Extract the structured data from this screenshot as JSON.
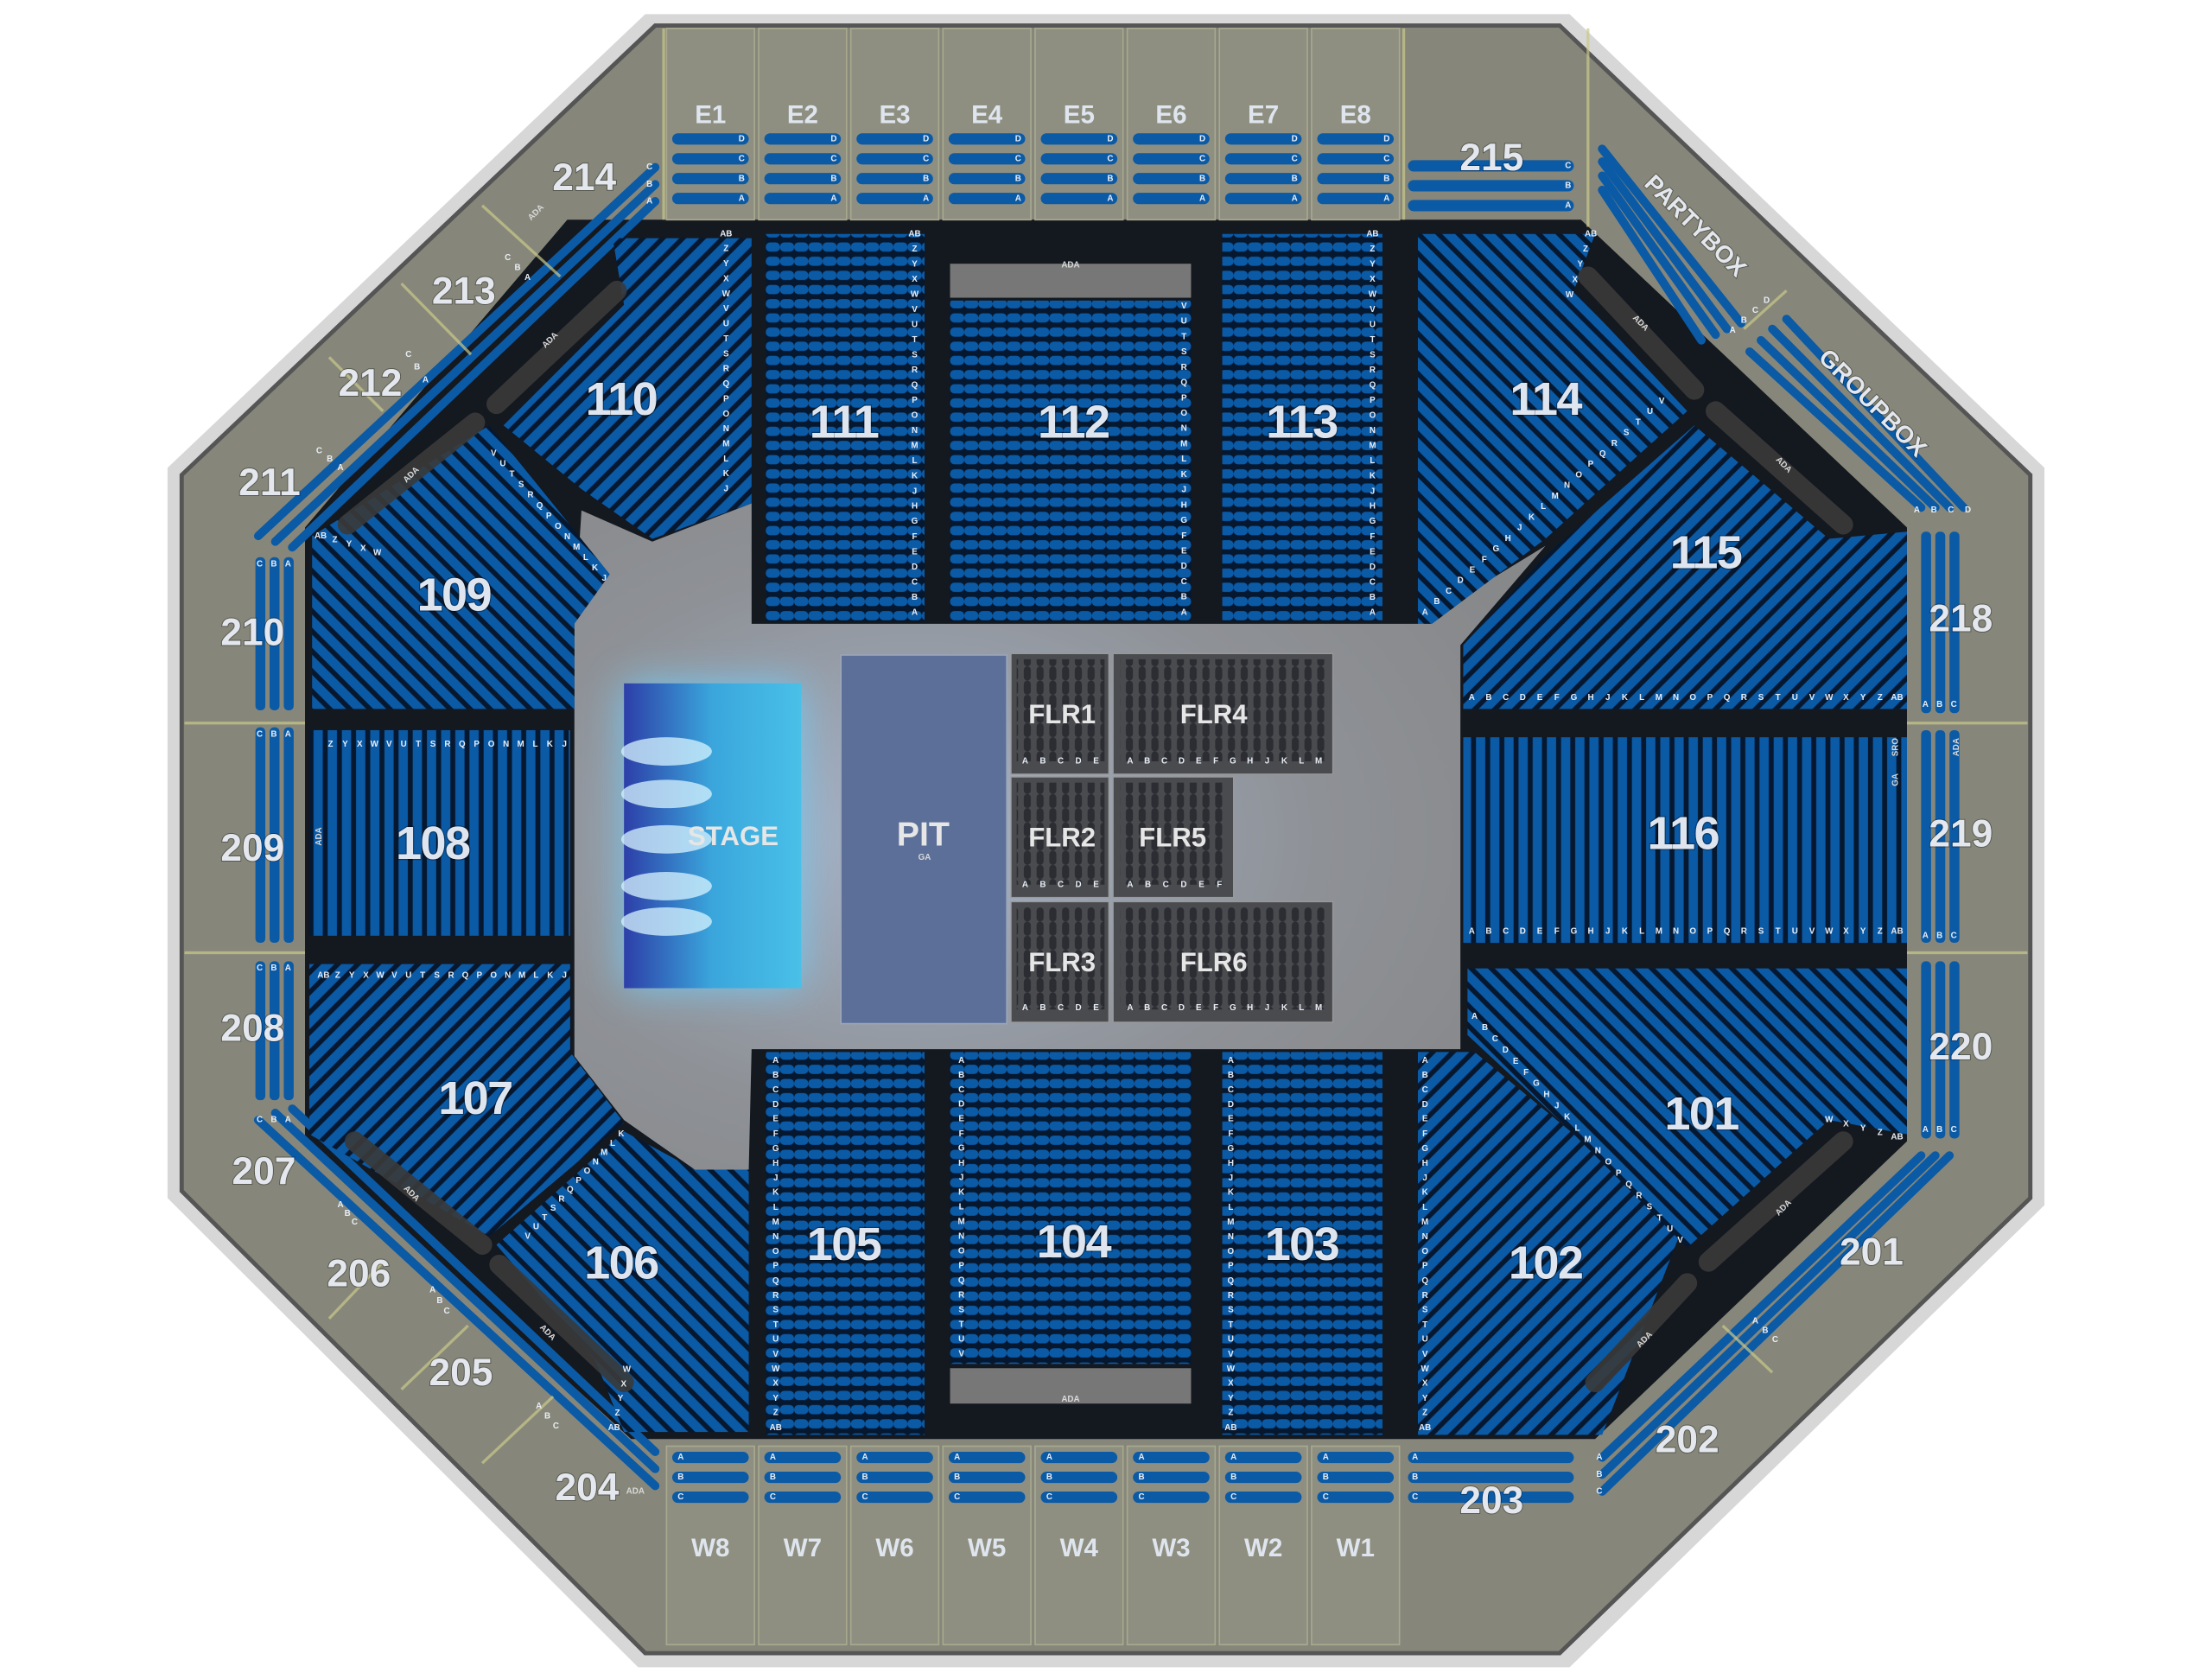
{
  "venue_map": {
    "ada_label": "ADA",
    "floor": {
      "stage": "STAGE",
      "pit": {
        "label": "PIT",
        "sub": "GA"
      },
      "flr1": {
        "label": "FLR1",
        "rows": [
          "A",
          "B",
          "C",
          "D",
          "E"
        ]
      },
      "flr2": {
        "label": "FLR2",
        "rows": [
          "A",
          "B",
          "C",
          "D",
          "E"
        ]
      },
      "flr3": {
        "label": "FLR3",
        "rows": [
          "A",
          "B",
          "C",
          "D",
          "E"
        ]
      },
      "flr4": {
        "label": "FLR4",
        "rows": [
          "A",
          "B",
          "C",
          "D",
          "E",
          "F",
          "G",
          "H",
          "J",
          "K",
          "L",
          "M"
        ]
      },
      "flr5": {
        "label": "FLR5",
        "rows": [
          "A",
          "B",
          "C",
          "D",
          "E",
          "F"
        ]
      },
      "flr6": {
        "label": "FLR6",
        "rows": [
          "A",
          "B",
          "C",
          "D",
          "E",
          "F",
          "G",
          "H",
          "J",
          "K",
          "L",
          "M"
        ]
      }
    },
    "lower": {
      "s101": {
        "label": "101",
        "rows": [
          "A",
          "B",
          "C",
          "D",
          "E",
          "F",
          "G",
          "H",
          "J",
          "K",
          "L",
          "M",
          "N",
          "O",
          "P",
          "Q",
          "R",
          "S",
          "T",
          "U",
          "V"
        ],
        "rows_end": [
          "W",
          "X",
          "Y",
          "Z",
          "AB"
        ]
      },
      "s102": {
        "label": "102",
        "rows": [
          "A",
          "B",
          "C",
          "D",
          "E",
          "F",
          "G",
          "H",
          "J",
          "K",
          "L",
          "M",
          "N",
          "O",
          "P",
          "Q",
          "R",
          "S",
          "T",
          "U",
          "V",
          "W",
          "X",
          "Y",
          "Z",
          "AB"
        ]
      },
      "s103": {
        "label": "103",
        "rows": [
          "A",
          "B",
          "C",
          "D",
          "E",
          "F",
          "G",
          "H",
          "J",
          "K",
          "L",
          "M",
          "N",
          "O",
          "P",
          "Q",
          "R",
          "S",
          "T",
          "U",
          "V",
          "W",
          "X",
          "Y",
          "Z",
          "AB"
        ]
      },
      "s104": {
        "label": "104",
        "rows": [
          "A",
          "B",
          "C",
          "D",
          "E",
          "F",
          "G",
          "H",
          "J",
          "K",
          "L",
          "M",
          "N",
          "O",
          "P",
          "Q",
          "R",
          "S",
          "T",
          "U",
          "V"
        ]
      },
      "s105": {
        "label": "105",
        "rows": [
          "A",
          "B",
          "C",
          "D",
          "E",
          "F",
          "G",
          "H",
          "J",
          "K",
          "L",
          "M",
          "N",
          "O",
          "P",
          "Q",
          "R",
          "S",
          "T",
          "U",
          "V",
          "W",
          "X",
          "Y",
          "Z",
          "AB"
        ]
      },
      "s106": {
        "label": "106",
        "rows": [
          "K",
          "L",
          "M",
          "N",
          "O",
          "P",
          "Q",
          "R",
          "S",
          "T",
          "U",
          "V"
        ],
        "rows_end": [
          "W",
          "X",
          "Y",
          "Z",
          "AB"
        ]
      },
      "s107": {
        "label": "107",
        "rows": [
          "AB",
          "Z",
          "Y",
          "X",
          "W",
          "V",
          "U",
          "T",
          "S",
          "R",
          "Q",
          "P",
          "O",
          "N",
          "M",
          "L",
          "K",
          "J"
        ]
      },
      "s108": {
        "label": "108",
        "rows": [
          "Z",
          "Y",
          "X",
          "W",
          "V",
          "U",
          "T",
          "S",
          "R",
          "Q",
          "P",
          "O",
          "N",
          "M",
          "L",
          "K",
          "J"
        ]
      },
      "s109": {
        "label": "109",
        "rows": [
          "AB",
          "Z",
          "Y",
          "X",
          "W"
        ],
        "rows_end": [
          "V",
          "U",
          "T",
          "S",
          "R",
          "Q",
          "P",
          "O",
          "N",
          "M",
          "L",
          "K",
          "J"
        ]
      },
      "s110": {
        "label": "110",
        "rows": [
          "AB",
          "Z",
          "Y",
          "X",
          "W",
          "V",
          "U",
          "T",
          "S",
          "R",
          "Q",
          "P",
          "O",
          "N",
          "M",
          "L",
          "K",
          "J"
        ]
      },
      "s111": {
        "label": "111",
        "rows": [
          "AB",
          "Z",
          "Y",
          "X",
          "W",
          "V",
          "U",
          "T",
          "S",
          "R",
          "Q",
          "P",
          "O",
          "N",
          "M",
          "L",
          "K",
          "J",
          "H",
          "G",
          "F",
          "E",
          "D",
          "C",
          "B",
          "A"
        ]
      },
      "s112": {
        "label": "112",
        "rows": [
          "V",
          "U",
          "T",
          "S",
          "R",
          "Q",
          "P",
          "O",
          "N",
          "M",
          "L",
          "K",
          "J",
          "H",
          "G",
          "F",
          "E",
          "D",
          "C",
          "B",
          "A"
        ]
      },
      "s113": {
        "label": "113",
        "rows": [
          "AB",
          "Z",
          "Y",
          "X",
          "W",
          "V",
          "U",
          "T",
          "S",
          "R",
          "Q",
          "P",
          "O",
          "N",
          "M",
          "L",
          "K",
          "J",
          "H",
          "G",
          "F",
          "E",
          "D",
          "C",
          "B",
          "A"
        ]
      },
      "s114": {
        "label": "114",
        "rows": [
          "AB",
          "Z",
          "Y",
          "X",
          "W"
        ],
        "rows_end": [
          "V",
          "U",
          "T",
          "S",
          "R",
          "Q",
          "P",
          "O",
          "N",
          "M",
          "L",
          "K",
          "J",
          "H",
          "G",
          "F",
          "E",
          "D",
          "C",
          "B",
          "A"
        ]
      },
      "s115": {
        "label": "115",
        "rows": [
          "A",
          "B",
          "C",
          "D",
          "E",
          "F",
          "G",
          "H",
          "J",
          "K",
          "L",
          "M",
          "N",
          "O",
          "P",
          "Q",
          "R",
          "S",
          "T",
          "U",
          "V",
          "W",
          "X",
          "Y",
          "Z",
          "AB"
        ]
      },
      "s116": {
        "label": "116",
        "rows": [
          "A",
          "B",
          "C",
          "D",
          "E",
          "F",
          "G",
          "H",
          "J",
          "K",
          "L",
          "M",
          "N",
          "O",
          "P",
          "Q",
          "R",
          "S",
          "T",
          "U",
          "V",
          "W",
          "X",
          "Y",
          "Z",
          "AB"
        ]
      }
    },
    "upper": {
      "s201": {
        "label": "201",
        "rows": [
          "A",
          "B",
          "C"
        ]
      },
      "s202": {
        "label": "202",
        "rows": [
          "A",
          "B",
          "C"
        ]
      },
      "s203": {
        "label": "203",
        "rows": [
          "A",
          "B",
          "C"
        ]
      },
      "s204": {
        "label": "204",
        "rows": [
          "A",
          "B",
          "C"
        ]
      },
      "s205": {
        "label": "205",
        "rows": [
          "A",
          "B",
          "C"
        ]
      },
      "s206": {
        "label": "206",
        "rows": [
          "A",
          "B",
          "C"
        ]
      },
      "s207": {
        "label": "207",
        "rows": [
          "C",
          "B",
          "A"
        ]
      },
      "s208": {
        "label": "208",
        "rows": [
          "C",
          "B",
          "A"
        ]
      },
      "s209": {
        "label": "209",
        "rows": [
          "C",
          "B",
          "A"
        ]
      },
      "s210": {
        "label": "210",
        "rows": [
          "C",
          "B",
          "A"
        ]
      },
      "s211": {
        "label": "211",
        "rows": [
          "C",
          "B",
          "A"
        ]
      },
      "s212": {
        "label": "212",
        "rows": [
          "C",
          "B",
          "A"
        ]
      },
      "s213": {
        "label": "213",
        "rows": [
          "C",
          "B",
          "A"
        ]
      },
      "s214": {
        "label": "214",
        "rows": [
          "C",
          "B",
          "A"
        ]
      },
      "s215": {
        "label": "215",
        "rows": [
          "C",
          "B",
          "A"
        ]
      },
      "s218": {
        "label": "218",
        "rows": [
          "A",
          "B",
          "C"
        ]
      },
      "s219": {
        "label": "219",
        "rows": [
          "A",
          "B",
          "C"
        ]
      },
      "s220": {
        "label": "220",
        "rows": [
          "A",
          "B",
          "C"
        ]
      },
      "partybox": {
        "label": "PARTYBOX",
        "rows": [
          "A",
          "B",
          "C",
          "D"
        ]
      },
      "groupbox": {
        "label": "GROUPBOX",
        "rows": [
          "A",
          "B",
          "C",
          "D"
        ]
      },
      "sro": "SRO",
      "ga": "GA"
    },
    "east_boxes": {
      "labels": [
        "E1",
        "E2",
        "E3",
        "E4",
        "E5",
        "E6",
        "E7",
        "E8"
      ],
      "rows": [
        "D",
        "C",
        "B",
        "A"
      ]
    },
    "west_boxes": {
      "labels": [
        "W8",
        "W7",
        "W6",
        "W5",
        "W4",
        "W3",
        "W2",
        "W1"
      ],
      "rows": [
        "A",
        "B",
        "C"
      ]
    },
    "colors": {
      "seat": "#0b5aa6",
      "seat_dark": "#07203f",
      "concourse": "#86877a",
      "floor": "#8d8e90",
      "stage": "#3fb3e0",
      "pit": "#5b6f98"
    }
  }
}
